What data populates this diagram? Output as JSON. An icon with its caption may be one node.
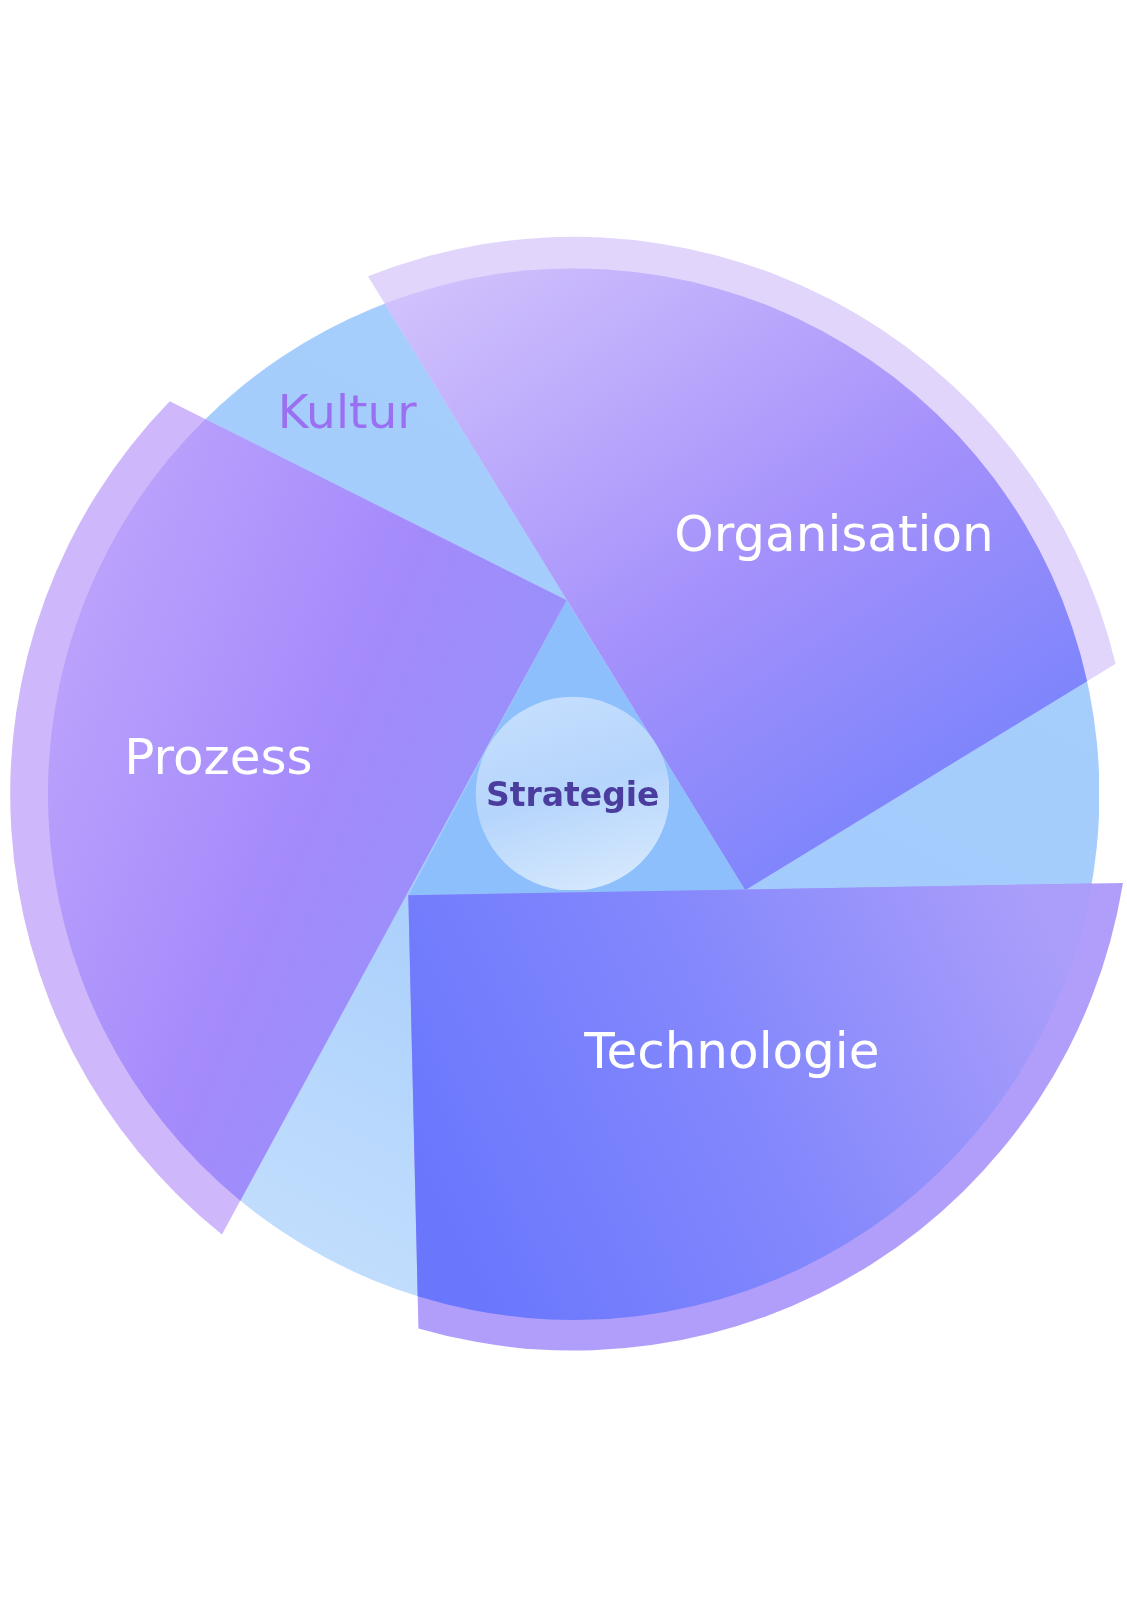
{
  "diagram": {
    "nodes": [
      {
        "text": [
          "Kultur"
        ]
      },
      {
        "text": [
          "Organisation"
        ]
      },
      {
        "text": [
          "Prozess"
        ]
      },
      {
        "text": [
          "Strategie"
        ],
        "in": 0
      },
      {
        "text": [
          "Technologie"
        ]
      }
    ]
  }
}
